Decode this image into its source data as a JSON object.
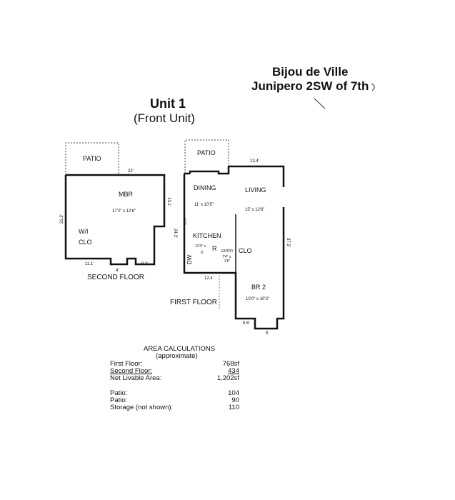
{
  "header": {
    "line1": "Bijou de Ville",
    "line2": "Junipero 2SW of 7th"
  },
  "unit": {
    "title": "Unit 1",
    "subtitle": "(Front Unit)"
  },
  "second_floor": {
    "label": "SECOND FLOOR",
    "patio": "PATIO",
    "mbr": {
      "name": "MBR",
      "size": "17'2\" x 12'6\""
    },
    "closet": {
      "line1": "W/I",
      "line2": "CLO"
    },
    "dims": {
      "top": "22'",
      "left": "21.2'",
      "right": "13.1'",
      "bottom_left": "11.1'",
      "bottom_mid": "4'",
      "bottom_right": "9.2'"
    }
  },
  "first_floor": {
    "label": "FIRST FLOOR",
    "patio": "PATIO",
    "dining": {
      "name": "DINING",
      "size": "11' x 10'5\""
    },
    "living": {
      "name": "LIVING",
      "size": "15' x 12'6\""
    },
    "kitchen": {
      "name": "KITCHEN",
      "size_line1": "13'3\" x",
      "size_line2": "8'"
    },
    "fridge": "R",
    "dishwasher": "DW",
    "entry": {
      "name": "ENTRY",
      "size_line1": "7'4\" x",
      "size_line2": "3'6\""
    },
    "closet": "CLO",
    "br2": {
      "name": "BR 2",
      "size": "10'0\" x 10'3\""
    },
    "dims": {
      "top": "13.4'",
      "left": "24.3'",
      "right": "37.5'",
      "bottom_left": "12.4'",
      "bottom_b1": "5.6'",
      "bottom_b2": "5'"
    }
  },
  "area": {
    "title": "AREA CALCULATIONS",
    "subtitle": "(approximate)",
    "rows": [
      {
        "label": "First Floor:",
        "value": "768sf"
      },
      {
        "label": "Second Floor:",
        "value": "434"
      },
      {
        "label": "Net Livable Area:",
        "value": "1,202sf"
      },
      {
        "label": "Patio:",
        "value": "104"
      },
      {
        "label": "Patio:",
        "value": "90"
      },
      {
        "label": "Storage (not shown):",
        "value": "110"
      }
    ]
  }
}
